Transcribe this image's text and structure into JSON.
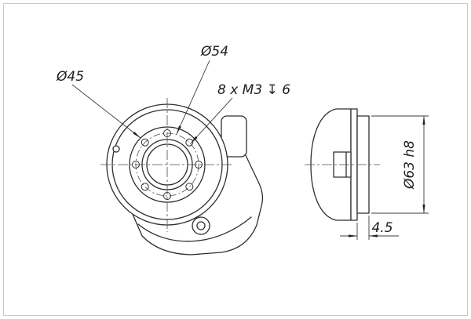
{
  "drawing": {
    "dimensions": {
      "boss_diameter": "Ø45",
      "bolt_circle_diameter": "Ø54",
      "tapped_holes": "8 x M3 ↧ 6",
      "spigot_diameter": "Ø63 h8",
      "spigot_length": "4.5"
    },
    "colors": {
      "line": "#2e2e2e",
      "background": "#ffffff",
      "frame": "#c9c9c9"
    }
  }
}
